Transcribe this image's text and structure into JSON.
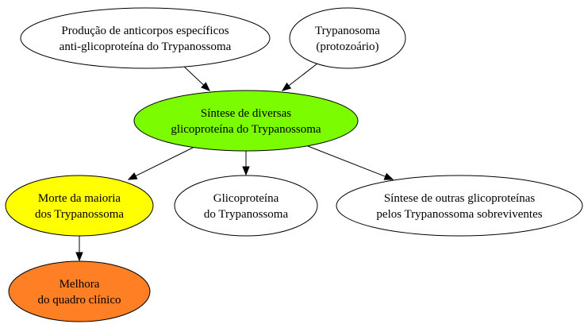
{
  "diagram": {
    "nodes": [
      {
        "id": "producao",
        "lines": [
          "Produção de anticorpos específicos",
          "anti-glicoproteína do Trypanossoma"
        ],
        "fill": "#ffffff"
      },
      {
        "id": "trypanosoma",
        "lines": [
          "Trypanosoma",
          "(protozoário)"
        ],
        "fill": "#ffffff"
      },
      {
        "id": "sintese",
        "lines": [
          "Síntese de diversas",
          "glicoproteína do Trypanossoma"
        ],
        "fill": "#7cfc00"
      },
      {
        "id": "morte",
        "lines": [
          "Morte da maioria",
          "dos Trypanossoma"
        ],
        "fill": "#ffff00"
      },
      {
        "id": "glicoproteina",
        "lines": [
          "Glicoproteína",
          "do Trypanossoma"
        ],
        "fill": "#ffffff"
      },
      {
        "id": "outras",
        "lines": [
          "Síntese de outras glicoproteínas",
          "pelos Trypanossoma sobreviventes"
        ],
        "fill": "#ffffff"
      },
      {
        "id": "melhora",
        "lines": [
          "Melhora",
          "do quadro clínico"
        ],
        "fill": "#ff7f24"
      }
    ],
    "edges": [
      {
        "from": "producao",
        "to": "sintese"
      },
      {
        "from": "trypanosoma",
        "to": "sintese"
      },
      {
        "from": "sintese",
        "to": "morte"
      },
      {
        "from": "sintese",
        "to": "glicoproteina"
      },
      {
        "from": "sintese",
        "to": "outras"
      },
      {
        "from": "morte",
        "to": "melhora"
      }
    ]
  }
}
